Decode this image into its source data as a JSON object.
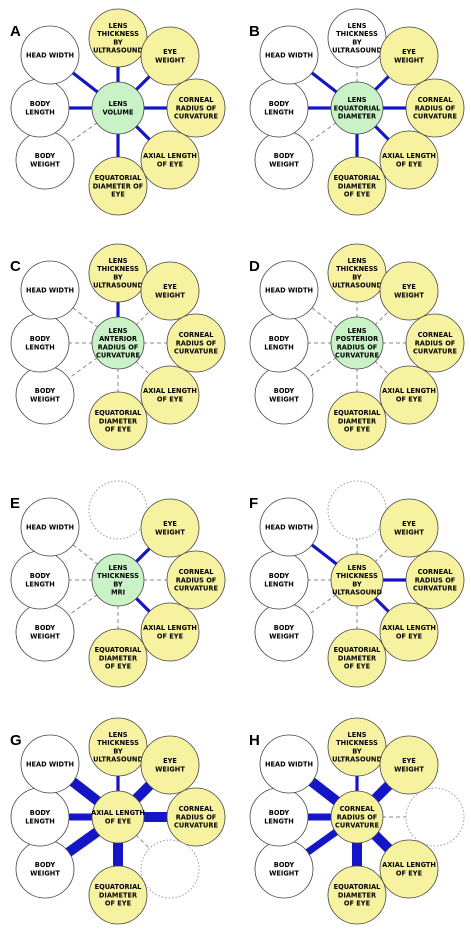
{
  "palette": {
    "center_fill": "#c9f2c6",
    "trait_fill": "#f7f2a0",
    "plain_fill": "#ffffff",
    "strong_edge": "#1515c8",
    "weak_edge": "#8a8a8a",
    "node_stroke": "#444444"
  },
  "panels": [
    {
      "letter": "A",
      "center": "LENS\nVOLUME",
      "center_fill": "green",
      "satellites": [
        {
          "slot": "top",
          "label": "LENS\nTHICKNESS\nBY\nULTRASOUND",
          "fill": "yellow",
          "edge": "strong",
          "weight": 1
        },
        {
          "slot": "top-right",
          "label": "EYE\nWEIGHT",
          "fill": "yellow",
          "edge": "strong",
          "weight": 1
        },
        {
          "slot": "right",
          "label": "CORNEAL\nRADIUS OF\nCURVATURE",
          "fill": "yellow",
          "edge": "strong",
          "weight": 1
        },
        {
          "slot": "bottom-right",
          "label": "AXIAL LENGTH\nOF EYE",
          "fill": "yellow",
          "edge": "strong",
          "weight": 1
        },
        {
          "slot": "bottom",
          "label": "EQUATORIAL\nDIAMETER OF\nEYE",
          "fill": "yellow",
          "edge": "strong",
          "weight": 1
        },
        {
          "slot": "bottom-left",
          "label": "BODY\nWEIGHT",
          "fill": "white",
          "edge": "weak",
          "weight": 0
        },
        {
          "slot": "left",
          "label": "BODY\nLENGTH",
          "fill": "white",
          "edge": "strong",
          "weight": 1
        },
        {
          "slot": "top-left",
          "label": "HEAD WIDTH",
          "fill": "white",
          "edge": "strong",
          "weight": 1
        }
      ]
    },
    {
      "letter": "B",
      "center": "LENS\nEQUATORIAL\nDIAMETER",
      "center_fill": "green",
      "satellites": [
        {
          "slot": "top",
          "label": "LENS\nTHICKNESS\nBY\nULTRASOUND",
          "fill": "white",
          "edge": "weak",
          "weight": 0
        },
        {
          "slot": "top-right",
          "label": "EYE\nWEIGHT",
          "fill": "yellow",
          "edge": "strong",
          "weight": 1
        },
        {
          "slot": "right",
          "label": "CORNEAL\nRADIUS OF\nCURVATURE",
          "fill": "yellow",
          "edge": "strong",
          "weight": 1
        },
        {
          "slot": "bottom-right",
          "label": "AXIAL LENGTH\nOF EYE",
          "fill": "yellow",
          "edge": "strong",
          "weight": 1
        },
        {
          "slot": "bottom",
          "label": "EQUATORIAL\nDIAMETER\nOF EYE",
          "fill": "yellow",
          "edge": "strong",
          "weight": 1
        },
        {
          "slot": "bottom-left",
          "label": "BODY\nWEIGHT",
          "fill": "white",
          "edge": "weak",
          "weight": 0
        },
        {
          "slot": "left",
          "label": "BODY\nLENGTH",
          "fill": "white",
          "edge": "strong",
          "weight": 1
        },
        {
          "slot": "top-left",
          "label": "HEAD WIDTH",
          "fill": "white",
          "edge": "strong",
          "weight": 1
        }
      ]
    },
    {
      "letter": "C",
      "center": "LENS\nANTERIOR\nRADIUS OF\nCURVATURE",
      "center_fill": "green",
      "satellites": [
        {
          "slot": "top",
          "label": "LENS\nTHICKNESS\nBY\nULTRASOUND",
          "fill": "yellow",
          "edge": "strong",
          "weight": 1
        },
        {
          "slot": "top-right",
          "label": "EYE\nWEIGHT",
          "fill": "yellow",
          "edge": "weak",
          "weight": 0
        },
        {
          "slot": "right",
          "label": "CORNEAL\nRADIUS OF\nCURVATURE",
          "fill": "yellow",
          "edge": "weak",
          "weight": 0
        },
        {
          "slot": "bottom-right",
          "label": "AXIAL LENGTH\nOF EYE",
          "fill": "yellow",
          "edge": "weak",
          "weight": 0
        },
        {
          "slot": "bottom",
          "label": "EQUATORIAL\nDIAMETER\nOF EYE",
          "fill": "yellow",
          "edge": "weak",
          "weight": 0
        },
        {
          "slot": "bottom-left",
          "label": "BODY\nWEIGHT",
          "fill": "white",
          "edge": "weak",
          "weight": 0
        },
        {
          "slot": "left",
          "label": "BODY\nLENGTH",
          "fill": "white",
          "edge": "weak",
          "weight": 0
        },
        {
          "slot": "top-left",
          "label": "HEAD WIDTH",
          "fill": "white",
          "edge": "weak",
          "weight": 0
        }
      ]
    },
    {
      "letter": "D",
      "center": "LENS\nPOSTERIOR\nRADIUS OF\nCURVATURE",
      "center_fill": "green",
      "satellites": [
        {
          "slot": "top",
          "label": "LENS\nTHICKNESS\nBY\nULTRASOUND",
          "fill": "yellow",
          "edge": "weak",
          "weight": 0
        },
        {
          "slot": "top-right",
          "label": "EYE\nWEIGHT",
          "fill": "yellow",
          "edge": "weak",
          "weight": 0
        },
        {
          "slot": "right",
          "label": "CORNEAL\nRADIUS OF\nCURVATURE",
          "fill": "yellow",
          "edge": "weak",
          "weight": 0
        },
        {
          "slot": "bottom-right",
          "label": "AXIAL LENGTH\nOF EYE",
          "fill": "yellow",
          "edge": "weak",
          "weight": 0
        },
        {
          "slot": "bottom",
          "label": "EQUATORIAL\nDIAMETER\nOF EYE",
          "fill": "yellow",
          "edge": "weak",
          "weight": 0
        },
        {
          "slot": "bottom-left",
          "label": "BODY\nWEIGHT",
          "fill": "white",
          "edge": "weak",
          "weight": 0
        },
        {
          "slot": "left",
          "label": "BODY\nLENGTH",
          "fill": "white",
          "edge": "weak",
          "weight": 0
        },
        {
          "slot": "top-left",
          "label": "HEAD WIDTH",
          "fill": "white",
          "edge": "weak",
          "weight": 0
        }
      ]
    },
    {
      "letter": "E",
      "center": "LENS\nTHICKNESS\nBY\nMRI",
      "center_fill": "green",
      "satellites": [
        {
          "slot": "top",
          "label": "",
          "fill": "empty",
          "edge": "none",
          "weight": 0
        },
        {
          "slot": "top-right",
          "label": "EYE\nWEIGHT",
          "fill": "yellow",
          "edge": "strong",
          "weight": 1
        },
        {
          "slot": "right",
          "label": "CORNEAL\nRADIUS OF\nCURVATURE",
          "fill": "yellow",
          "edge": "weak",
          "weight": 0
        },
        {
          "slot": "bottom-right",
          "label": "AXIAL LENGTH\nOF EYE",
          "fill": "yellow",
          "edge": "strong",
          "weight": 1
        },
        {
          "slot": "bottom",
          "label": "EQUATORIAL\nDIAMETER\nOF EYE",
          "fill": "yellow",
          "edge": "weak",
          "weight": 0
        },
        {
          "slot": "bottom-left",
          "label": "BODY\nWEIGHT",
          "fill": "white",
          "edge": "weak",
          "weight": 0
        },
        {
          "slot": "left",
          "label": "BODY\nLENGTH",
          "fill": "white",
          "edge": "weak",
          "weight": 0
        },
        {
          "slot": "top-left",
          "label": "HEAD WIDTH",
          "fill": "white",
          "edge": "weak",
          "weight": 0
        }
      ]
    },
    {
      "letter": "F",
      "center": "LENS\nTHICKNESS\nBY\nULTRASOUND",
      "center_fill": "yellow",
      "satellites": [
        {
          "slot": "top",
          "label": "",
          "fill": "empty",
          "edge": "weak",
          "weight": 0
        },
        {
          "slot": "top-right",
          "label": "EYE\nWEIGHT",
          "fill": "yellow",
          "edge": "weak",
          "weight": 0
        },
        {
          "slot": "right",
          "label": "CORNEAL\nRADIUS OF\nCURVATURE",
          "fill": "yellow",
          "edge": "strong",
          "weight": 1
        },
        {
          "slot": "bottom-right",
          "label": "AXIAL LENGTH\nOF EYE",
          "fill": "yellow",
          "edge": "strong",
          "weight": 1
        },
        {
          "slot": "bottom",
          "label": "EQUATORIAL\nDIAMETER\nOF EYE",
          "fill": "yellow",
          "edge": "weak",
          "weight": 0
        },
        {
          "slot": "bottom-left",
          "label": "BODY\nWEIGHT",
          "fill": "white",
          "edge": "weak",
          "weight": 0
        },
        {
          "slot": "left",
          "label": "BODY\nLENGTH",
          "fill": "white",
          "edge": "weak",
          "weight": 0
        },
        {
          "slot": "top-left",
          "label": "HEAD WIDTH",
          "fill": "white",
          "edge": "strong",
          "weight": 1
        }
      ]
    },
    {
      "letter": "G",
      "center": "AXIAL LENGTH\nOF EYE",
      "center_fill": "yellow",
      "satellites": [
        {
          "slot": "top",
          "label": "LENS\nTHICKNESS\nBY\nULTRASOUND",
          "fill": "yellow",
          "edge": "strong",
          "weight": 1
        },
        {
          "slot": "top-right",
          "label": "EYE\nWEIGHT",
          "fill": "yellow",
          "edge": "strong",
          "weight": 3
        },
        {
          "slot": "right",
          "label": "CORNEAL\nRADIUS OF\nCURVATURE",
          "fill": "yellow",
          "edge": "strong",
          "weight": 3
        },
        {
          "slot": "bottom-right",
          "label": "",
          "fill": "empty",
          "edge": "weak",
          "weight": 0
        },
        {
          "slot": "bottom",
          "label": "EQUATORIAL\nDIAMETER\nOF EYE",
          "fill": "yellow",
          "edge": "strong",
          "weight": 3
        },
        {
          "slot": "bottom-left",
          "label": "BODY\nWEIGHT",
          "fill": "white",
          "edge": "strong",
          "weight": 3
        },
        {
          "slot": "left",
          "label": "BODY\nLENGTH",
          "fill": "white",
          "edge": "strong",
          "weight": 2
        },
        {
          "slot": "top-left",
          "label": "HEAD WIDTH",
          "fill": "white",
          "edge": "strong",
          "weight": 3
        }
      ]
    },
    {
      "letter": "H",
      "center": "CORNEAL\nRADIUS OF\nCURVATURE",
      "center_fill": "yellow",
      "satellites": [
        {
          "slot": "top",
          "label": "LENS\nTHICKNESS\nBY\nULTRASOUND",
          "fill": "yellow",
          "edge": "strong",
          "weight": 1
        },
        {
          "slot": "top-right",
          "label": "EYE\nWEIGHT",
          "fill": "yellow",
          "edge": "strong",
          "weight": 3
        },
        {
          "slot": "right",
          "label": "",
          "fill": "empty",
          "edge": "weak",
          "weight": 0
        },
        {
          "slot": "bottom-right",
          "label": "AXIAL LENGTH\nOF EYE",
          "fill": "yellow",
          "edge": "strong",
          "weight": 3
        },
        {
          "slot": "bottom",
          "label": "EQUATORIAL\nDIAMETER\nOF EYE",
          "fill": "yellow",
          "edge": "strong",
          "weight": 3
        },
        {
          "slot": "bottom-left",
          "label": "BODY\nWEIGHT",
          "fill": "white",
          "edge": "strong",
          "weight": 2
        },
        {
          "slot": "left",
          "label": "BODY\nLENGTH",
          "fill": "white",
          "edge": "strong",
          "weight": 2
        },
        {
          "slot": "top-left",
          "label": "HEAD WIDTH",
          "fill": "white",
          "edge": "strong",
          "weight": 3
        }
      ]
    }
  ]
}
